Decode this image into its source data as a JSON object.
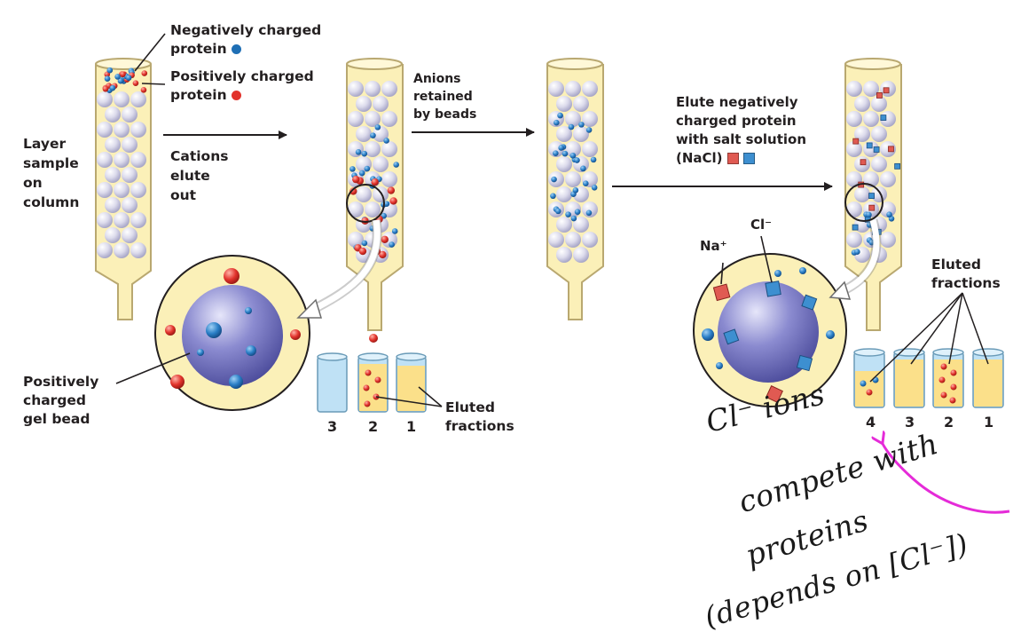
{
  "labels": {
    "negatively_charged_protein": [
      "Negatively charged",
      "protein"
    ],
    "positively_charged_protein": [
      "Positively charged",
      "protein"
    ],
    "layer_sample": [
      "Layer",
      "sample",
      "on",
      "column"
    ],
    "cations_elute_out": [
      "Cations",
      "elute",
      "out"
    ],
    "anions_retained": [
      "Anions",
      "retained",
      "by beads"
    ],
    "elute_negatively": [
      "Elute negatively",
      "charged protein",
      "with salt solution",
      "(NaCl)"
    ],
    "positively_charged_gel_bead": [
      "Positively",
      "charged",
      "gel bead"
    ],
    "eluted_fractions_left": [
      "Eluted",
      "fractions"
    ],
    "eluted_fractions_right": [
      "Eluted",
      "fractions"
    ],
    "na_ion": "Na⁺",
    "cl_ion": "Cl⁻"
  },
  "fraction_numbers_left": [
    "3",
    "2",
    "1"
  ],
  "fraction_numbers_right": [
    "4",
    "3",
    "2",
    "1"
  ],
  "handwriting": {
    "line1": "Cl⁻  ions",
    "line2": "compete with",
    "line3": "proteins",
    "line4": "(depends on [Cl⁻])"
  },
  "colors": {
    "negative_protein": "#1f6fb5",
    "positive_protein": "#e2332c",
    "bead": "#d9d8ea",
    "column_fill": "#fbf0b8",
    "column_outline": "#b9a870",
    "big_bead": "#7474c0",
    "salt_na": "#e05a52",
    "salt_cl": "#3d8fd0",
    "pink_arrow": "#e52bd8"
  }
}
